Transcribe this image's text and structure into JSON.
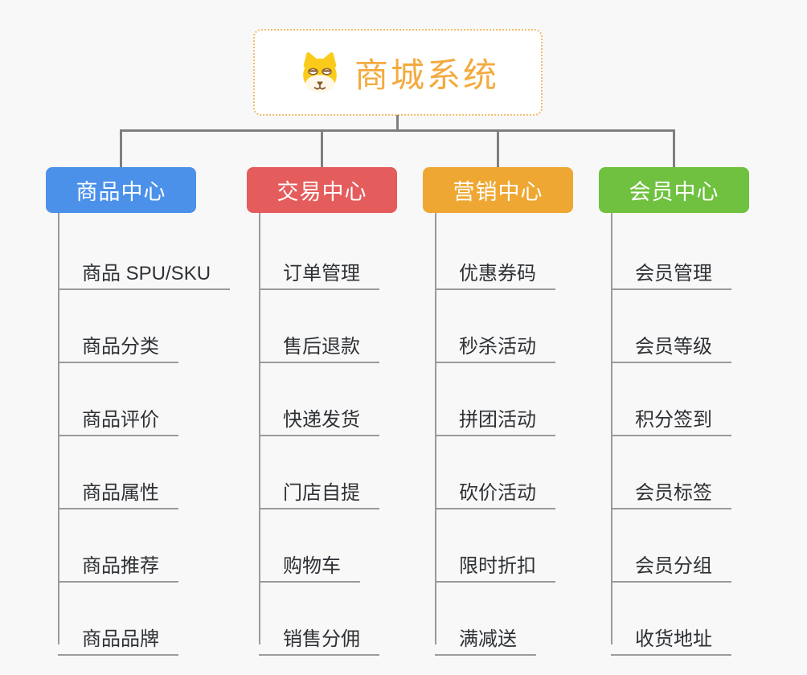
{
  "colors": {
    "background": "#F8F8F8",
    "connector": "#7F7F7F",
    "sub_line": "#9A9A9A",
    "leaf_text": "#2E3135",
    "root_text": "#F4AA3F",
    "root_border": "#F1BC6B"
  },
  "root": {
    "label": "商城系统",
    "icon": "dog-face-icon"
  },
  "branches": [
    {
      "label": "商品中心",
      "color": "#4B91EA",
      "children": [
        "商品 SPU/SKU",
        "商品分类",
        "商品评价",
        "商品属性",
        "商品推荐",
        "商品品牌"
      ]
    },
    {
      "label": "交易中心",
      "color": "#E45C5C",
      "children": [
        "订单管理",
        "售后退款",
        "快递发货",
        "门店自提",
        "购物车",
        "销售分佣"
      ]
    },
    {
      "label": "营销中心",
      "color": "#EFA733",
      "children": [
        "优惠券码",
        "秒杀活动",
        "拼团活动",
        "砍价活动",
        "限时折扣",
        "满减送"
      ]
    },
    {
      "label": "会员中心",
      "color": "#6FC13F",
      "children": [
        "会员管理",
        "会员等级",
        "积分签到",
        "会员标签",
        "会员分组",
        "收货地址"
      ]
    }
  ]
}
